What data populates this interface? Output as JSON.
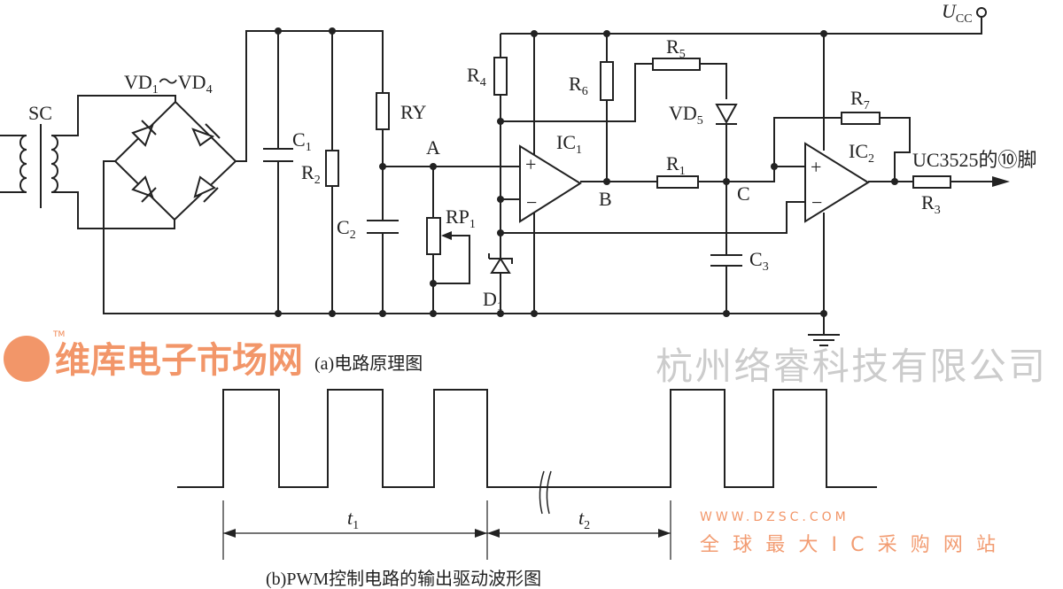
{
  "circuit": {
    "sc": "SC",
    "bridge": {
      "a": "VD",
      "a_sub": "1",
      "sep": "～",
      "b": "VD",
      "b_sub": "4"
    },
    "c1": {
      "m": "C",
      "s": "1"
    },
    "r2": {
      "m": "R",
      "s": "2"
    },
    "ry": "RY",
    "c2": {
      "m": "C",
      "s": "2"
    },
    "node_a": "A",
    "rp1": {
      "m": "RP",
      "s": "1"
    },
    "d1": {
      "m": "D",
      "s": "1"
    },
    "r4": {
      "m": "R",
      "s": "4"
    },
    "r6": {
      "m": "R",
      "s": "6"
    },
    "r5": {
      "m": "R",
      "s": "5"
    },
    "vd5": {
      "m": "VD",
      "s": "5"
    },
    "ic1": {
      "m": "IC",
      "s": "1"
    },
    "node_b": "B",
    "r1": {
      "m": "R",
      "s": "1"
    },
    "node_c": "C",
    "c3": {
      "m": "C",
      "s": "3"
    },
    "r7": {
      "m": "R",
      "s": "7"
    },
    "ic2": {
      "m": "IC",
      "s": "2"
    },
    "r3": {
      "m": "R",
      "s": "3"
    },
    "ucc": {
      "m": "U",
      "s": "CC"
    },
    "output": "UC3525的⑩脚",
    "plus": "+",
    "minus": "−",
    "caption": "(a)电路原理图"
  },
  "waveform": {
    "t1": {
      "m": "t",
      "s": "1"
    },
    "t2": {
      "m": "t",
      "s": "2"
    },
    "caption": "(b)PWM控制电路的输出驱动波形图"
  },
  "watermark": {
    "company": "杭州络睿科技有限公司",
    "brand": "维库电子市场网",
    "tm": "TM",
    "url": "WWW.DZSC.COM",
    "slogan": "全球最大IC采购网站"
  },
  "colors": {
    "ink": "#222222",
    "watermark": "#f0844f"
  }
}
